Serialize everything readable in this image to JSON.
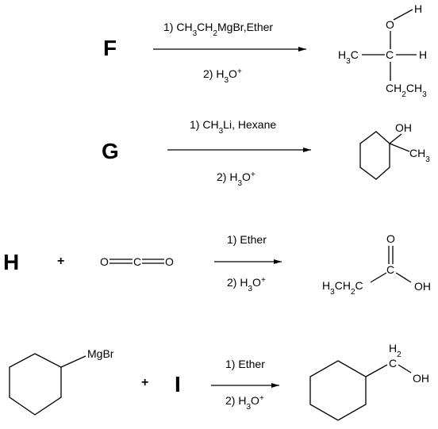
{
  "reactions": [
    {
      "label": "F",
      "step1": "1) CH3CH2MgBr,Ether",
      "step2": "2) H3O+",
      "product": {
        "oh_h": "H",
        "oh_o": "O",
        "left": "H3C",
        "center": "C",
        "right": "H",
        "bottom": "CH2CH3"
      }
    },
    {
      "label": "G",
      "step1": "1) CH3Li, Hexane",
      "step2": "2) H3O+",
      "product": {
        "oh": "OH",
        "methyl": "CH3"
      }
    },
    {
      "label": "H",
      "plus": "+",
      "reactant": {
        "o1": "O",
        "c": "C",
        "o2": "O"
      },
      "step1": "1) Ether",
      "step2": "2) H3O+",
      "product": {
        "carbonyl_o": "O",
        "chain": "H3CH2C",
        "c": "C",
        "oh": "OH"
      }
    },
    {
      "label": "I",
      "reactant": {
        "substituent": "MgBr"
      },
      "plus": "+",
      "step1": "1) Ether",
      "step2": "2) H3O+",
      "product": {
        "ch2": "H2",
        "ch2_c": "C",
        "oh": "OH"
      }
    }
  ]
}
